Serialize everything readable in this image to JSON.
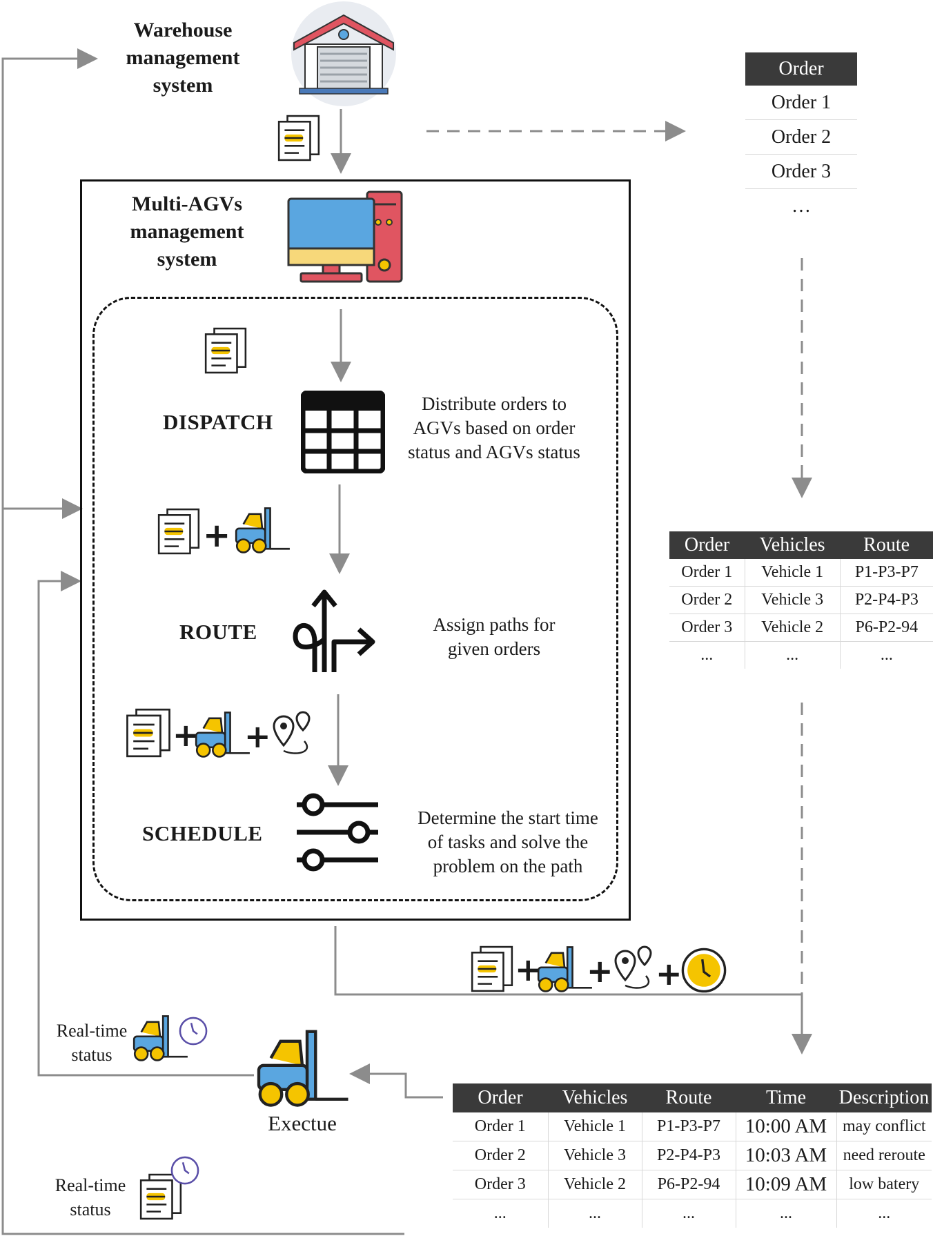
{
  "wms": {
    "title_lines": [
      "Warehouse",
      "management",
      "system"
    ]
  },
  "agv_system": {
    "title_lines": [
      "Multi-AGVs",
      "management",
      "system"
    ]
  },
  "steps": {
    "dispatch": {
      "label": "DISPATCH",
      "desc_lines": [
        "Distribute orders to",
        "AGVs based on order",
        "status and AGVs status"
      ]
    },
    "route": {
      "label": "ROUTE",
      "desc_lines": [
        "Assign paths for",
        "given orders"
      ]
    },
    "schedule": {
      "label": "SCHEDULE",
      "desc_lines": [
        "Determine the start time",
        "of tasks and solve the",
        "problem on the path"
      ]
    }
  },
  "execute": {
    "label": "Exectue"
  },
  "realtime_status": {
    "lines": [
      "Real-time",
      "status"
    ]
  },
  "order_table": {
    "header": "Order",
    "rows": [
      "Order 1",
      "Order 2",
      "Order 3",
      "…"
    ]
  },
  "route_table": {
    "headers": [
      "Order",
      "Vehicles",
      "Route"
    ],
    "rows": [
      [
        "Order 1",
        "Vehicle 1",
        "P1-P3-P7"
      ],
      [
        "Order 2",
        "Vehicle 3",
        "P2-P4-P3"
      ],
      [
        "Order 3",
        "Vehicle 2",
        "P6-P2-94"
      ],
      [
        "...",
        "...",
        "..."
      ]
    ]
  },
  "schedule_table": {
    "headers": [
      "Order",
      "Vehicles",
      "Route",
      "Time",
      "Description"
    ],
    "rows": [
      [
        "Order 1",
        "Vehicle 1",
        "P1-P3-P7",
        "10:00 AM",
        "may conflict"
      ],
      [
        "Order 2",
        "Vehicle 3",
        "P2-P4-P3",
        "10:03 AM",
        "need reroute"
      ],
      [
        "Order 3",
        "Vehicle 2",
        "P6-P2-94",
        "10:09 AM",
        "low batery"
      ],
      [
        "...",
        "...",
        "...",
        "...",
        "..."
      ]
    ]
  },
  "colors": {
    "line": "#8c8c8c",
    "accent": "#f5c400",
    "header_bg": "#3a3a3a",
    "forklift_blue": "#5aa6e0",
    "clock": "#5a4fa8"
  }
}
